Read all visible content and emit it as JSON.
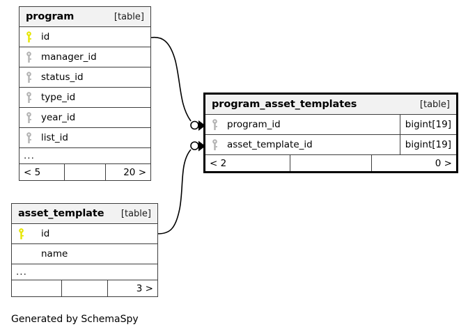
{
  "diagram": {
    "caption": "Generated by SchemaSpy",
    "kind_label": "[table]",
    "more_indicator": "...",
    "colors": {
      "primary_key": "#e6e600",
      "foreign_key": "#b3b3b3",
      "header_background": "#f2f2f2",
      "border": "#3d3d3d",
      "emphasized_border": "#000000"
    }
  },
  "tables": {
    "program": {
      "name": "program",
      "kind": "[table]",
      "columns": [
        {
          "name": "id",
          "key": "primary"
        },
        {
          "name": "manager_id",
          "key": "foreign"
        },
        {
          "name": "status_id",
          "key": "foreign"
        },
        {
          "name": "type_id",
          "key": "foreign"
        },
        {
          "name": "year_id",
          "key": "foreign"
        },
        {
          "name": "list_id",
          "key": "foreign"
        }
      ],
      "has_more": true,
      "more": "...",
      "footer": {
        "left": "< 5",
        "middle": "",
        "right": "20 >"
      }
    },
    "program_asset_templates": {
      "name": "program_asset_templates",
      "kind": "[table]",
      "emphasized": true,
      "columns": [
        {
          "name": "program_id",
          "key": "foreign",
          "type": "bigint[19]"
        },
        {
          "name": "asset_template_id",
          "key": "foreign",
          "type": "bigint[19]"
        }
      ],
      "has_more": false,
      "footer": {
        "left": "< 2",
        "middle": "",
        "right": "0 >"
      }
    },
    "asset_template": {
      "name": "asset_template",
      "kind": "[table]",
      "columns": [
        {
          "name": "id",
          "key": "primary"
        },
        {
          "name": "name",
          "key": "none"
        }
      ],
      "has_more": true,
      "more": "...",
      "footer": {
        "left": "",
        "middle": "",
        "right": "3 >"
      }
    }
  },
  "relationships": [
    {
      "from": "program.id",
      "to": "program_asset_templates.program_id"
    },
    {
      "from": "asset_template.id",
      "to": "program_asset_templates.asset_template_id"
    }
  ]
}
